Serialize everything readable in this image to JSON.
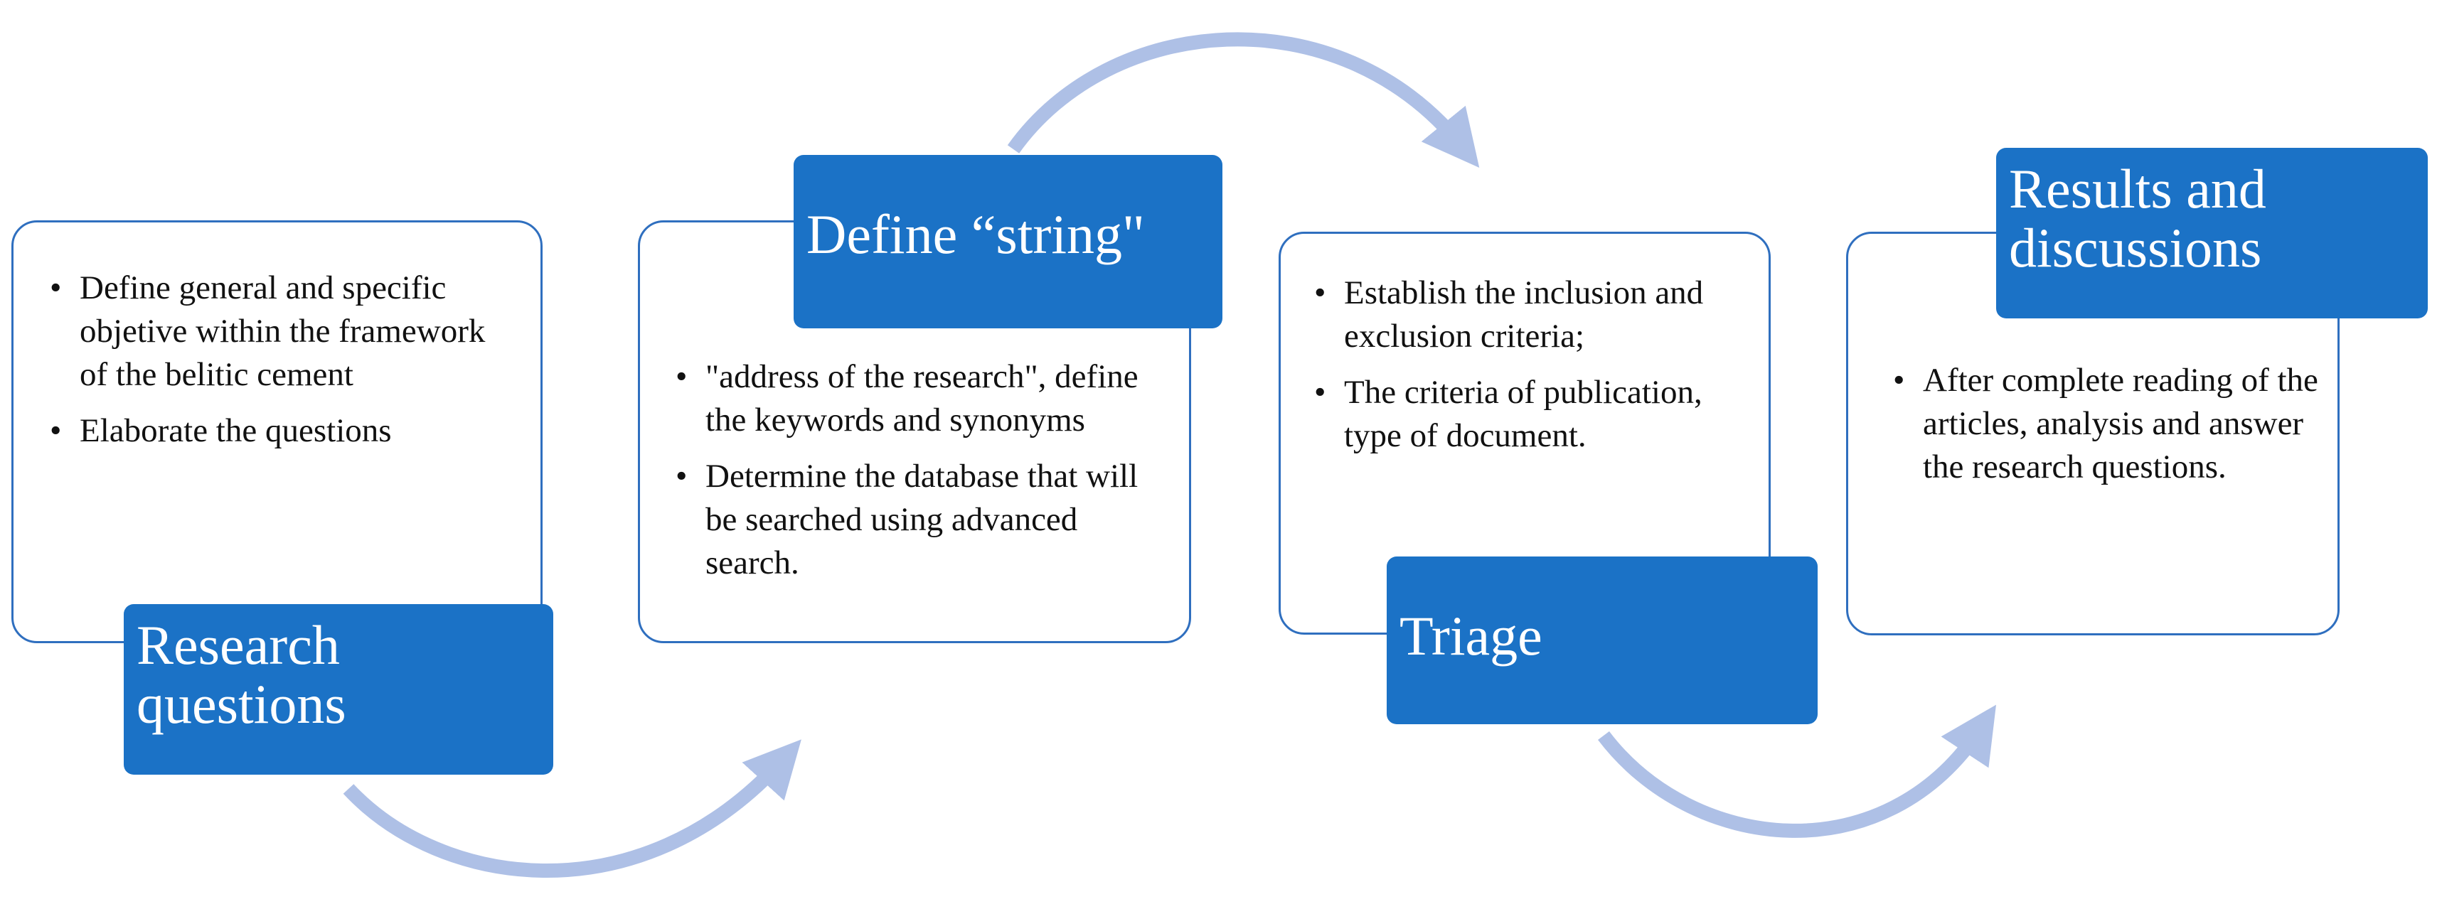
{
  "colors": {
    "box_border": "#2f6fbf",
    "title_fill": "#1b72c6",
    "title_text": "#ffffff",
    "arrow": "#aec0e6"
  },
  "steps": [
    {
      "title": "Research questions",
      "bullets": [
        "Define general and specific objetive within the framework of the belitic cement",
        "Elaborate the questions"
      ]
    },
    {
      "title": "Define “string\"",
      "bullets": [
        "\"address of the research\", define the keywords and synonyms",
        "Determine the database that will be searched using advanced search."
      ]
    },
    {
      "title": "Triage",
      "bullets": [
        "Establish the inclusion and exclusion criteria;",
        "The criteria of publication, type of document."
      ]
    },
    {
      "title": "Results and discussions",
      "bullets": [
        "After complete reading of the articles, analysis and answer the research questions."
      ]
    }
  ]
}
